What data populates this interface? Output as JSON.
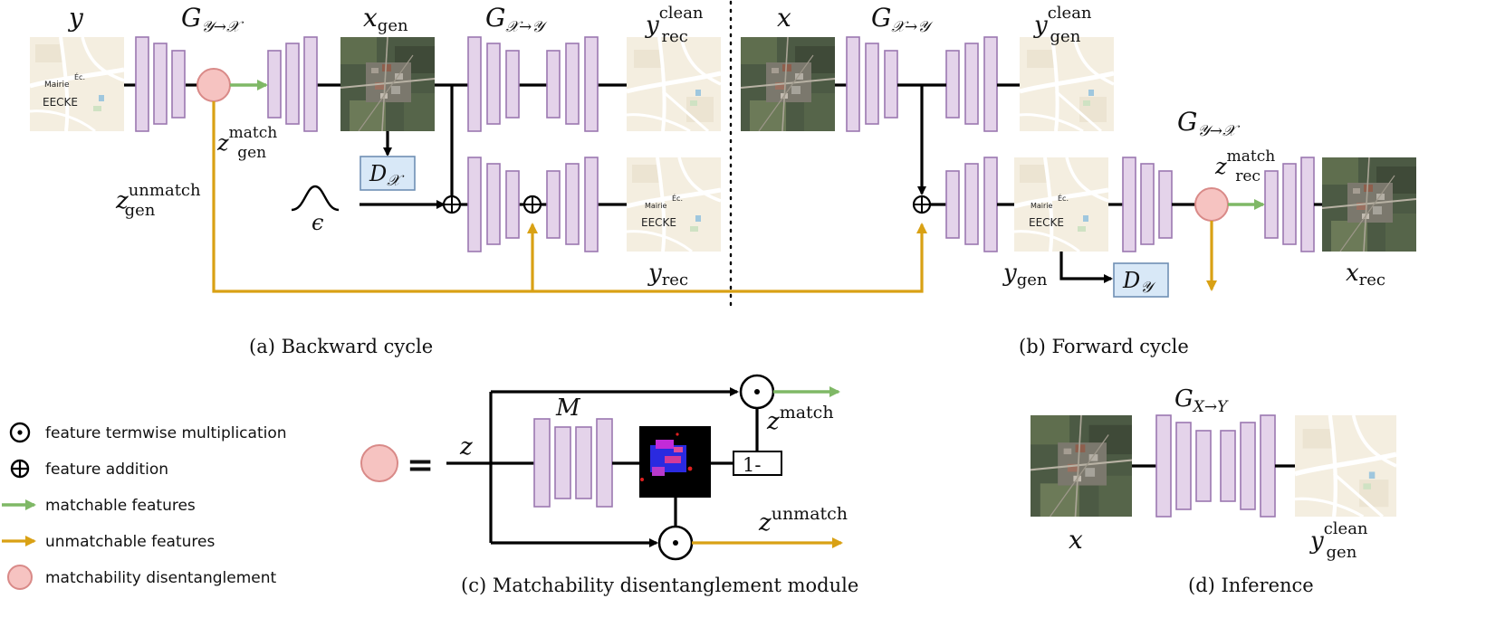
{
  "captions": {
    "a": "(a) Backward cycle",
    "b": "(b) Forward cycle",
    "c": "(c) Matchability disentanglement module",
    "d": "(d) Inference"
  },
  "labels": {
    "y": "y",
    "x": "x",
    "G": "G",
    "sub_y_to_x": "𝒴→𝒳",
    "sub_x_to_y": "𝒳→𝒴",
    "sub_X_to_Y": "X→Y",
    "sub_gen": "gen",
    "sub_rec": "rec",
    "sup_clean": "clean",
    "sup_match": "match",
    "sup_unmatch": "unmatch",
    "z": "z",
    "D": "D",
    "sub_cal_x": "𝒳",
    "sub_cal_y": "𝒴",
    "epsilon": "ϵ",
    "M": "M",
    "one_minus": "1-",
    "equals": "="
  },
  "map_text": {
    "mairie": "Mairie",
    "ec": "Éc.",
    "eecke": "EECKE"
  },
  "legend": {
    "multiplication": "feature termwise multiplication",
    "addition": "feature addition",
    "matchable": "matchable features",
    "unmatchable": "unmatchable features",
    "disentanglement": "matchability disentanglement"
  },
  "colors": {
    "encoder_fill": "#e4d3ea",
    "encoder_stroke": "#9b78b0",
    "matchable_green": "#7fb866",
    "unmatchable_gold": "#d9a114",
    "discriminator_fill": "#d8e8f7",
    "disentangle_node": "#f6c3c1"
  },
  "icons": {
    "multiply": "circle-dot-icon",
    "add": "circle-plus-icon",
    "noise": "gaussian-curve-icon"
  }
}
